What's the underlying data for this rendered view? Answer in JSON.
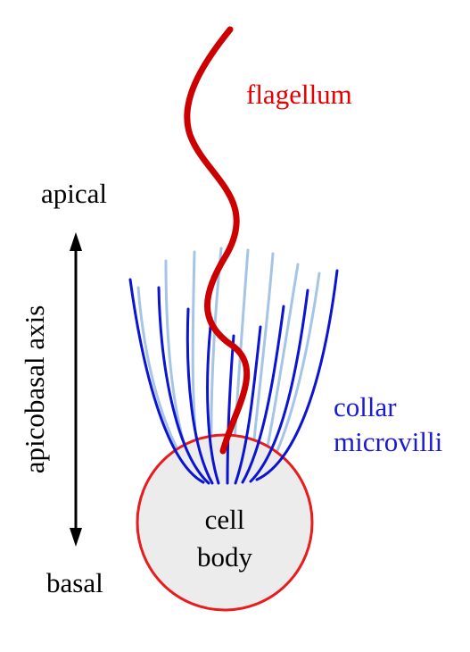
{
  "labels": {
    "flagellum": "flagellum",
    "apical": "apical",
    "basal": "basal",
    "axis": "apicobasal axis",
    "collar_line1": "collar",
    "collar_line2": "microvilli",
    "cell_line1": "cell",
    "cell_line2": "body"
  },
  "colors": {
    "flagellum": "#cc0000",
    "flagellum_label": "#e60000",
    "cell_outline": "#e81c1c",
    "cell_fill": "#ececec",
    "microvilli_front": "#0a14d2",
    "microvilli_back": "#a6c4e6",
    "collar_label": "#1a1ad6",
    "axis_arrow": "#000000",
    "text": "#000000"
  }
}
